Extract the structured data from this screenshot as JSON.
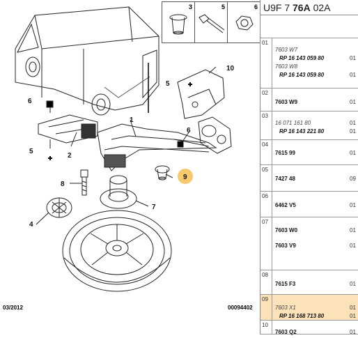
{
  "header": {
    "code_prefix": "U9F 7",
    "code_bold": "76A",
    "code_suffix": "02A"
  },
  "thumbnails": [
    {
      "num": "3",
      "icon": "rivet-nut-icon"
    },
    {
      "num": "5",
      "icon": "bolt-icon"
    },
    {
      "num": "6",
      "icon": "nut-icon"
    }
  ],
  "callouts": [
    "1",
    "2",
    "4",
    "5",
    "6",
    "7",
    "8",
    "9",
    "10",
    "6",
    "5"
  ],
  "highlight_callout": "9",
  "footer": {
    "date": "03/2012",
    "ref": "00094402"
  },
  "rows": [
    {
      "num": "01",
      "lines": [
        {
          "t": "7603 W7",
          "s": "it"
        },
        {
          "t": "RP 16 143 059 80",
          "s": "rp",
          "q": "01"
        },
        {
          "t": "7603 W8",
          "s": "it"
        },
        {
          "t": "RP 16 143 059 80",
          "s": "rp",
          "q": "01"
        }
      ]
    },
    {
      "num": "02",
      "lines": [
        {
          "t": "7603 W9",
          "s": "bd",
          "q": "01"
        }
      ]
    },
    {
      "num": "03",
      "lines": [
        {
          "t": "16 071 161 80",
          "s": "it",
          "q": "01"
        },
        {
          "t": "RP 16 143 221 80",
          "s": "rp",
          "q": "01"
        }
      ]
    },
    {
      "num": "04",
      "lines": [
        {
          "t": "7615 99",
          "s": "bd",
          "q": "01"
        }
      ]
    },
    {
      "num": "05",
      "lines": [
        {
          "t": "7427 48",
          "s": "bd",
          "q": "09"
        }
      ]
    },
    {
      "num": "06",
      "lines": [
        {
          "t": "6462 V5",
          "s": "bd",
          "q": "01"
        }
      ]
    },
    {
      "num": "07",
      "lines": [
        {
          "t": "7603 W0",
          "s": "bd",
          "q": "01"
        },
        {
          "t": "7603 V9",
          "s": "bd",
          "q": "01"
        }
      ]
    },
    {
      "num": "08",
      "lines": [
        {
          "t": "7615 F3",
          "s": "bd",
          "q": "01"
        }
      ]
    },
    {
      "num": "09",
      "highlight": true,
      "lines": [
        {
          "t": "7603 X1",
          "s": "it",
          "q": "01"
        },
        {
          "t": "RP 16 168 713 80",
          "s": "rp",
          "q": "01"
        }
      ]
    },
    {
      "num": "10",
      "lines": [
        {
          "t": "7603 Q2",
          "s": "bd",
          "q": "01"
        }
      ]
    }
  ]
}
